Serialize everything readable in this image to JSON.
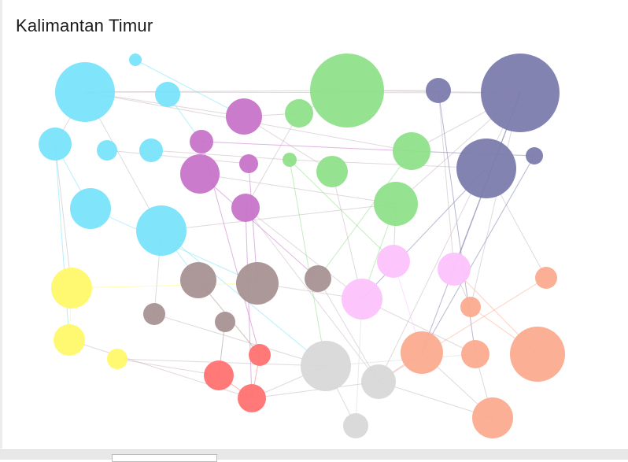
{
  "title": "Kalimantan Timur",
  "colors": {
    "cyan": "#79e3fb",
    "purple": "#c874c8",
    "green": "#8fe08a",
    "navy": "#7c7cad",
    "yellow": "#fff96a",
    "brown": "#a89292",
    "red": "#ff7272",
    "gray": "#d8d8d8",
    "pink": "#fcc3fc",
    "orange": "#fbab8f",
    "edge": "#c9b8c3"
  },
  "nodes": [
    {
      "id": "c1",
      "group": "cyan"
    },
    {
      "id": "c2",
      "group": "cyan"
    },
    {
      "id": "c3",
      "group": "cyan"
    },
    {
      "id": "c4",
      "group": "cyan"
    },
    {
      "id": "c5",
      "group": "cyan"
    },
    {
      "id": "c6",
      "group": "cyan"
    },
    {
      "id": "c7",
      "group": "cyan"
    },
    {
      "id": "c8",
      "group": "cyan"
    },
    {
      "id": "p1",
      "group": "purple"
    },
    {
      "id": "p2",
      "group": "purple"
    },
    {
      "id": "p3",
      "group": "purple"
    },
    {
      "id": "p4",
      "group": "purple"
    },
    {
      "id": "p5",
      "group": "purple"
    },
    {
      "id": "g1",
      "group": "green"
    },
    {
      "id": "g2",
      "group": "green"
    },
    {
      "id": "g3",
      "group": "green"
    },
    {
      "id": "g4",
      "group": "green"
    },
    {
      "id": "g5",
      "group": "green"
    },
    {
      "id": "g6",
      "group": "green"
    },
    {
      "id": "n1",
      "group": "navy"
    },
    {
      "id": "n2",
      "group": "navy"
    },
    {
      "id": "n3",
      "group": "navy"
    },
    {
      "id": "n4",
      "group": "navy"
    },
    {
      "id": "y1",
      "group": "yellow"
    },
    {
      "id": "y2",
      "group": "yellow"
    },
    {
      "id": "y3",
      "group": "yellow"
    },
    {
      "id": "b1",
      "group": "brown"
    },
    {
      "id": "b2",
      "group": "brown"
    },
    {
      "id": "b3",
      "group": "brown"
    },
    {
      "id": "b4",
      "group": "brown"
    },
    {
      "id": "b5",
      "group": "brown"
    },
    {
      "id": "r1",
      "group": "red"
    },
    {
      "id": "r2",
      "group": "red"
    },
    {
      "id": "r3",
      "group": "red"
    },
    {
      "id": "gr1",
      "group": "gray"
    },
    {
      "id": "gr2",
      "group": "gray"
    },
    {
      "id": "gr3",
      "group": "gray"
    },
    {
      "id": "pk1",
      "group": "pink"
    },
    {
      "id": "pk2",
      "group": "pink"
    },
    {
      "id": "pk3",
      "group": "pink"
    },
    {
      "id": "o1",
      "group": "orange"
    },
    {
      "id": "o2",
      "group": "orange"
    },
    {
      "id": "o3",
      "group": "orange"
    },
    {
      "id": "o4",
      "group": "orange"
    },
    {
      "id": "o5",
      "group": "orange"
    },
    {
      "id": "o6",
      "group": "orange"
    }
  ],
  "edges": [
    [
      "c1",
      "g1"
    ],
    [
      "c1",
      "n2"
    ],
    [
      "c1",
      "p1"
    ],
    [
      "c1",
      "c3"
    ],
    [
      "c1",
      "c8"
    ],
    [
      "c1",
      "g3"
    ],
    [
      "c2",
      "p1"
    ],
    [
      "c3",
      "y1"
    ],
    [
      "c3",
      "y2"
    ],
    [
      "c4",
      "p2"
    ],
    [
      "c5",
      "p3"
    ],
    [
      "c6",
      "g4"
    ],
    [
      "c7",
      "b2"
    ],
    [
      "c7",
      "c3"
    ],
    [
      "c8",
      "b1"
    ],
    [
      "c8",
      "g6"
    ],
    [
      "c8",
      "gr1"
    ],
    [
      "c8",
      "b3"
    ],
    [
      "p1",
      "g2"
    ],
    [
      "p1",
      "g5"
    ],
    [
      "p2",
      "r2"
    ],
    [
      "p2",
      "g3"
    ],
    [
      "p3",
      "b2"
    ],
    [
      "p4",
      "b4"
    ],
    [
      "p4",
      "g6"
    ],
    [
      "p5",
      "g2"
    ],
    [
      "p5",
      "pk3"
    ],
    [
      "p5",
      "gr2"
    ],
    [
      "p5",
      "r3"
    ],
    [
      "g1",
      "n2"
    ],
    [
      "g1",
      "n1"
    ],
    [
      "g2",
      "g1"
    ],
    [
      "g3",
      "b4"
    ],
    [
      "g3",
      "n2"
    ],
    [
      "g4",
      "gr1"
    ],
    [
      "g4",
      "pk1"
    ],
    [
      "g4",
      "n3"
    ],
    [
      "g5",
      "pk3"
    ],
    [
      "g6",
      "pk1"
    ],
    [
      "g6",
      "n2"
    ],
    [
      "g6",
      "pk3"
    ],
    [
      "n1",
      "pk2"
    ],
    [
      "n1",
      "o4"
    ],
    [
      "n2",
      "o3"
    ],
    [
      "n2",
      "pk2"
    ],
    [
      "n2",
      "gr2"
    ],
    [
      "n2",
      "o1"
    ],
    [
      "n3",
      "o2"
    ],
    [
      "n3",
      "pk3"
    ],
    [
      "n4",
      "o1"
    ],
    [
      "n4",
      "g3"
    ],
    [
      "y1",
      "y2"
    ],
    [
      "y2",
      "r3"
    ],
    [
      "y3",
      "r1"
    ],
    [
      "y3",
      "gr1"
    ],
    [
      "y1",
      "b2"
    ],
    [
      "b1",
      "r2"
    ],
    [
      "b2",
      "pk3"
    ],
    [
      "b3",
      "gr1"
    ],
    [
      "b4",
      "gr2"
    ],
    [
      "b5",
      "r1"
    ],
    [
      "r1",
      "r3"
    ],
    [
      "r2",
      "r3"
    ],
    [
      "r3",
      "gr1"
    ],
    [
      "r3",
      "gr2"
    ],
    [
      "gr1",
      "gr3"
    ],
    [
      "gr1",
      "o4"
    ],
    [
      "gr2",
      "o1"
    ],
    [
      "gr2",
      "o6"
    ],
    [
      "gr3",
      "pk3"
    ],
    [
      "pk1",
      "o1"
    ],
    [
      "pk2",
      "o3"
    ],
    [
      "pk3",
      "o4"
    ],
    [
      "o1",
      "o6"
    ],
    [
      "o3",
      "o5"
    ],
    [
      "o4",
      "o6"
    ],
    [
      "o5",
      "pk2"
    ],
    [
      "o2",
      "gr2"
    ]
  ]
}
